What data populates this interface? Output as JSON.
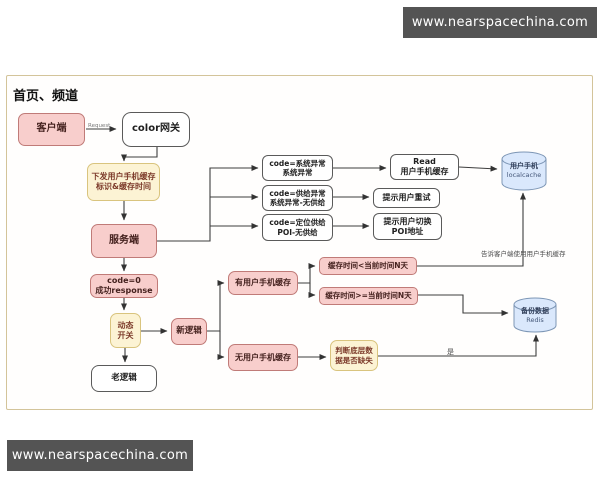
{
  "watermark_top": {
    "text": "www.nearspacechina.com"
  },
  "watermark_bottom": {
    "text": "www.nearspacechina.com"
  },
  "panel": {
    "title": "首页、频道"
  },
  "colors": {
    "pink_fill": "#f8cecc",
    "pink_stroke": "#c07b78",
    "yellow_fill": "#fcf3d4",
    "yellow_stroke": "#d9c47e",
    "blue_fill": "#dae8fc",
    "blue_stroke": "#7d96b5",
    "watermark_bg": "#545454",
    "panel_border": "#d3c49a",
    "line": "#3d3d3d"
  },
  "nodes": {
    "client": {
      "label": "客户端"
    },
    "gateway": {
      "label": "color网关"
    },
    "issue_cache": {
      "line1": "下发用户手机缓存",
      "line2": "标识&缓存时间"
    },
    "server": {
      "label": "服务端"
    },
    "code_sys": {
      "line1": "code=系统异常",
      "line2": "系统异常"
    },
    "code_supply": {
      "line1": "code=供给异常",
      "line2": "系统异常-无供给"
    },
    "code_poi": {
      "line1": "code=定位供给",
      "line2": "POI-无供给"
    },
    "read_cache": {
      "line1": "Read",
      "line2": "用户手机缓存"
    },
    "retry": {
      "label": "提示用户重试"
    },
    "switch_poi": {
      "line1": "提示用户切换",
      "line2": "POI地址"
    },
    "local_cache_db": {
      "line1": "用户手机",
      "line2": "localcache"
    },
    "code0": {
      "line1": "code=0",
      "line2": "成功response"
    },
    "dynamic_switch": {
      "line1": "动态",
      "line2": "开关"
    },
    "new_logic": {
      "label": "新逻辑"
    },
    "old_logic": {
      "label": "老逻辑"
    },
    "has_cache": {
      "label": "有用户手机缓存"
    },
    "no_cache": {
      "label": "无用户手机缓存"
    },
    "time_lt": {
      "label": "缓存时间<当前时间N天"
    },
    "time_ge": {
      "label": "缓存时间>=当前时间N天"
    },
    "judge_missing": {
      "line1": "判断底层数",
      "line2": "据是否缺失"
    },
    "backup_db": {
      "line1": "备份数据",
      "line2": "Redis"
    }
  },
  "edge_labels": {
    "request": "Request",
    "tell_client": "告诉客户端使用用户手机缓存",
    "yes": "是"
  }
}
